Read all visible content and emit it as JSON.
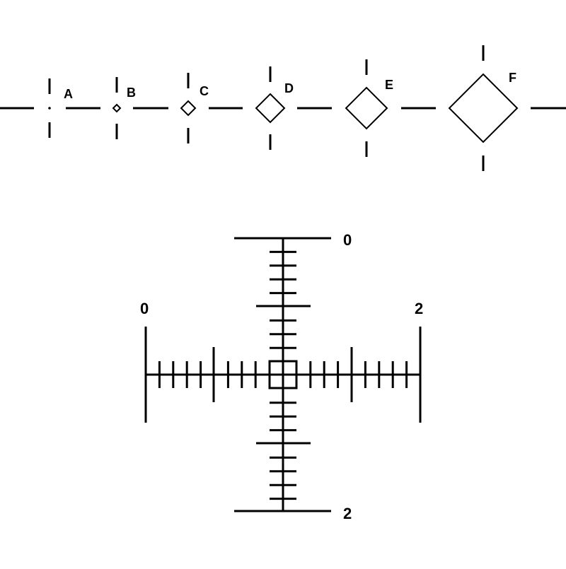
{
  "colors": {
    "ink": "#000000",
    "background": "#ffffff"
  },
  "markers": {
    "labels": [
      "A",
      "B",
      "C",
      "D",
      "E",
      "F"
    ]
  },
  "reticle": {
    "vertical_scale": {
      "top_label": "0",
      "bottom_label": "2"
    },
    "horizontal_scale": {
      "left_label": "0",
      "right_label": "2"
    }
  }
}
